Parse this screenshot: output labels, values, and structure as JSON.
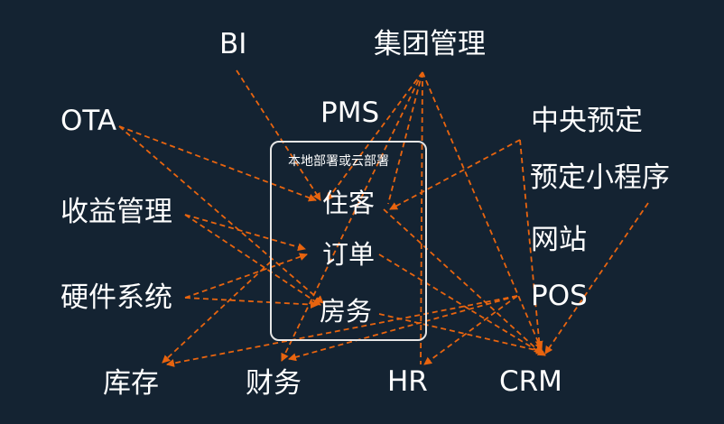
{
  "diagram": {
    "colors": {
      "background": "#142332",
      "text": "#ffffff",
      "arrow": "#e8640f",
      "box_border": "#e6e6e6"
    },
    "center_box": {
      "caption": "本地部署或云部署",
      "items": [
        "住客",
        "订单",
        "房务"
      ]
    },
    "nodes": {
      "bi": "BI",
      "group": "集团管理",
      "pms": "PMS",
      "ota": "OTA",
      "central": "中央预定",
      "miniapp": "预定小程序",
      "revenue": "收益管理",
      "website": "网站",
      "hardware": "硬件系统",
      "pos": "POS",
      "inventory": "库存",
      "finance": "财务",
      "hr": "HR",
      "crm": "CRM"
    },
    "edges": [
      [
        "bi",
        "guest"
      ],
      [
        "group",
        "guest"
      ],
      [
        "group",
        "finance"
      ],
      [
        "group",
        "hr"
      ],
      [
        "group",
        "crm"
      ],
      [
        "group",
        "order"
      ],
      [
        "ota",
        "guest"
      ],
      [
        "ota",
        "housekeeping"
      ],
      [
        "central",
        "guest"
      ],
      [
        "central",
        "crm"
      ],
      [
        "revenue",
        "order"
      ],
      [
        "revenue",
        "housekeeping"
      ],
      [
        "revenue",
        "inventory"
      ],
      [
        "hardware",
        "order"
      ],
      [
        "hardware",
        "housekeeping"
      ],
      [
        "pos",
        "finance"
      ],
      [
        "pos",
        "hr"
      ],
      [
        "pos",
        "inventory"
      ],
      [
        "guest",
        "crm"
      ],
      [
        "order",
        "crm"
      ],
      [
        "housekeeping",
        "crm"
      ],
      [
        "miniapp",
        "crm"
      ]
    ]
  }
}
